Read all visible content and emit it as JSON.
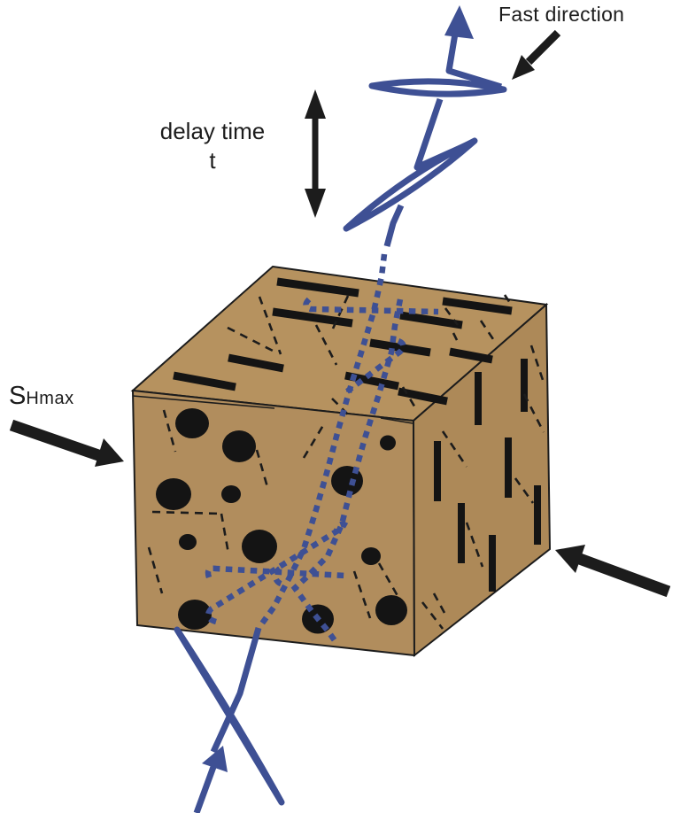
{
  "diagram": {
    "title_hint": "shear-wave splitting through fractured rock cube",
    "labels": {
      "fast_direction": "Fast direction",
      "delay_time_line1": "delay time",
      "delay_time_line2": "t",
      "shmax_main": "S",
      "shmax_sub": "Hmax"
    },
    "colors": {
      "rock_top": "#b6925f",
      "rock_front": "#b18d5d",
      "rock_right": "#ad8958",
      "wave_blue": "#3e5094",
      "ink": "#1c1c1c",
      "background": "#ffffff"
    },
    "icons": [
      "fast-shear-wave-arrow",
      "incoming-shear-wave-arrow",
      "delay-time-double-arrow",
      "shmax-stress-arrow",
      "right-stress-arrow",
      "fast-direction-pointer-arrow"
    ]
  }
}
